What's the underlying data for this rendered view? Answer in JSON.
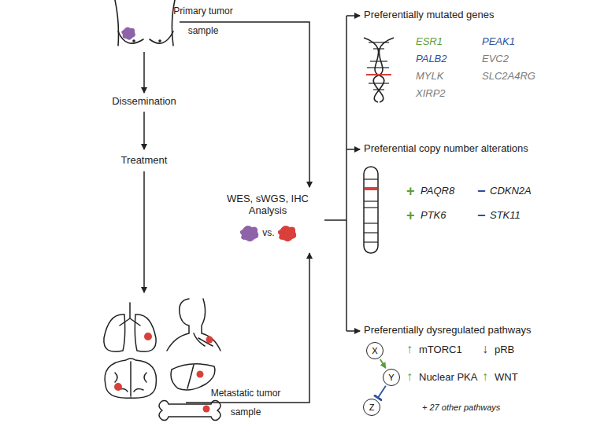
{
  "diagram": {
    "nodes": [
      {
        "text": [
          "X"
        ]
      },
      {
        "text": [
          "Y"
        ]
      },
      {
        "text": [
          "Z"
        ]
      }
    ],
    "edges": [
      {
        "from": 0,
        "to": 1,
        "arrow": "to"
      },
      {
        "from": 1,
        "to": 2,
        "arrow": "to"
      }
    ],
    "labels": [
      "Primary tumor",
      "sample",
      "Dissemination",
      "Treatment",
      "Metastatic tumor",
      "sample",
      "WES, sWGS, IHC Analysis",
      "vs.",
      "Preferentially mutated genes",
      "ESR1",
      "PALB2",
      "MYLK",
      "XIRP2",
      "PEAK1",
      "EVC2",
      "SLC2A4RG",
      "Preferential copy number alterations",
      "+",
      "PAQR8",
      "+",
      "PTK6",
      "−",
      "CDKN2A",
      "−",
      "STK11",
      "Preferentially dysregulated pathways",
      "↑",
      "mTORC1",
      "↓",
      "pRB",
      "↑",
      "Nuclear PKA",
      "↑",
      "WNT",
      "+ 27 other pathways"
    ]
  }
}
